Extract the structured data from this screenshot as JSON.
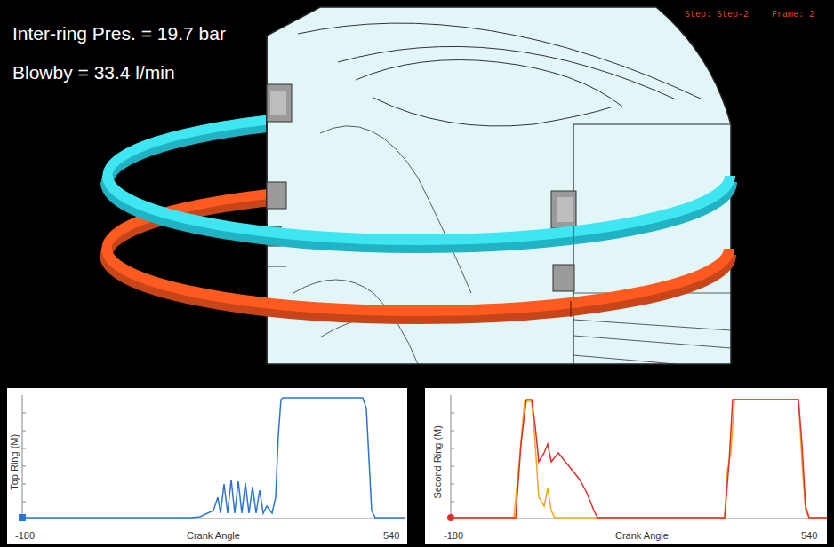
{
  "diagram": {
    "nodes": [
      {
        "text": [
          "Top Ring (M)",
          "-180",
          "Crank Angle",
          "540"
        ]
      },
      {
        "text": [
          "Second Ring (M)",
          "-180",
          "Crank Angle",
          "540"
        ]
      }
    ],
    "labels": [
      "Inter-ring Pres. = 19.7 bar",
      "Blowby = 33.4 l/min",
      "Step: Step-2",
      "Frame: 2"
    ]
  }
}
